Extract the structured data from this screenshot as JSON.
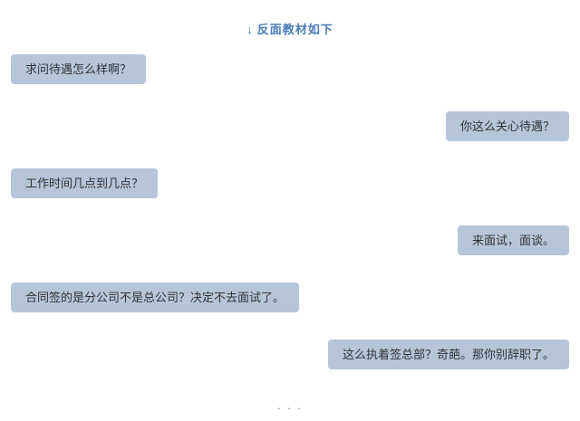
{
  "header": {
    "arrow": "↓",
    "title": "反面教材如下"
  },
  "messages": [
    {
      "side": "left",
      "text": "求问待遇怎么样啊？"
    },
    {
      "side": "right",
      "text": "你这么关心待遇？"
    },
    {
      "side": "left",
      "text": "工作时间几点到几点？"
    },
    {
      "side": "right",
      "text": "来面试，面谈。"
    },
    {
      "side": "left",
      "text": "合同签的是分公司不是总公司？决定不去面试了。"
    },
    {
      "side": "right",
      "text": "这么执着签总部？奇葩。那你别辞职了。"
    }
  ],
  "footer": {
    "ellipsis": ". . ."
  },
  "colors": {
    "bubble": "#b7c5db",
    "bubble_text": "#333333",
    "header_text": "#4a7cba",
    "ellipsis": "#8a8a8a",
    "background": "#ffffff"
  }
}
